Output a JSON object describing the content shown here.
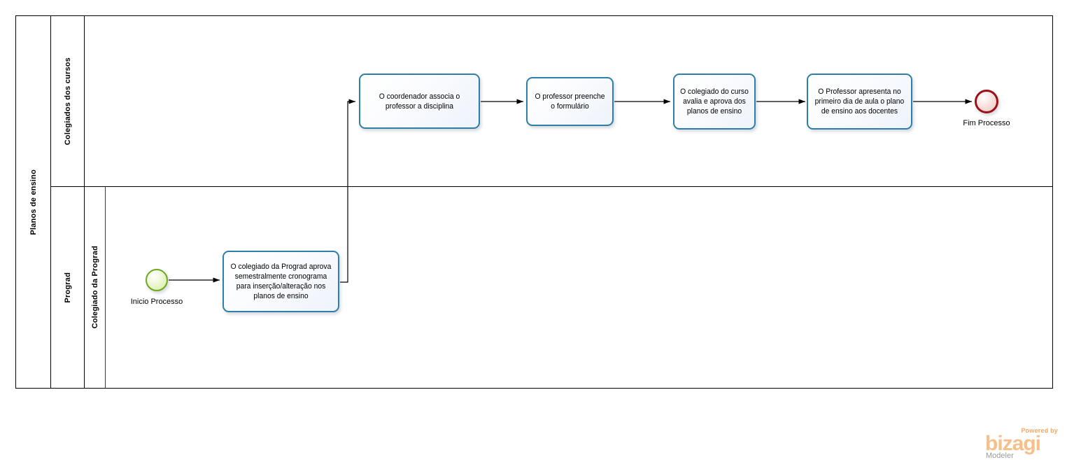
{
  "diagram": {
    "type": "bpmn-process-diagram",
    "pool": {
      "name": "Planos de ensino"
    },
    "lanes": [
      {
        "id": "lane-colegiados-dos-cursos",
        "name": "Colegiados dos cursos"
      },
      {
        "id": "lane-prograd",
        "name": "Prograd",
        "sublanes": [
          {
            "id": "sublane-colegiado-da-prograd",
            "name": "Colegiado da Prograd"
          }
        ]
      }
    ],
    "events": [
      {
        "id": "start-event",
        "name": "Inicio Processo",
        "kind": "start",
        "color": "#6aa81e"
      },
      {
        "id": "end-event",
        "name": "Fim Processo",
        "kind": "end",
        "color": "#9b1118"
      }
    ],
    "tasks": [
      {
        "id": "task-coordenador-associa",
        "name": "O coordenador associa o professor a disciplina"
      },
      {
        "id": "task-professor-preenche",
        "name": "O professor preenche o formulário"
      },
      {
        "id": "task-colegiado-avalia",
        "name": "O colegiado do curso avalia e aprova dos planos de ensino"
      },
      {
        "id": "task-professor-apresenta",
        "name": "O Professor apresenta no primeiro dia de aula o plano de ensino aos docentes"
      },
      {
        "id": "task-colegiado-prograd-aprova",
        "name": "O colegiado da Prograd aprova semestralmente cronograma para inserção/alteração nos planos de ensino"
      }
    ],
    "colors": {
      "task_border": "#2e7ea8",
      "start_event": "#6aa81e",
      "end_event": "#9b1118",
      "lane_border": "#000000",
      "flow": "#000000"
    }
  },
  "watermark": {
    "powered_by": "Powered by",
    "brand": "bizagi",
    "product": "Modeler"
  }
}
